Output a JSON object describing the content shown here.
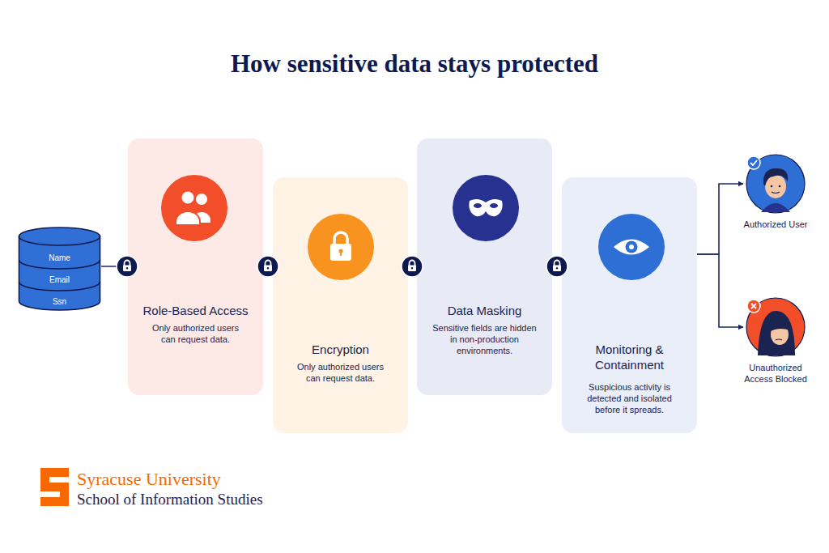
{
  "diagram": {
    "title": "How sensitive data stays protected",
    "nodes": [
      {
        "text": [
          "Name",
          "Email",
          "Ssn"
        ]
      },
      {
        "text": [
          "Role-Based Access",
          "Only authorized users can request data."
        ]
      },
      {
        "text": [
          "Encryption",
          "Only authorized users can request data."
        ]
      },
      {
        "text": [
          "Data Masking",
          "Sensitive fields are hidden in non-production environments."
        ]
      },
      {
        "text": [
          "Monitoring & Containment",
          "Suspicious activity is detected and isolated before it spreads."
        ]
      },
      {
        "text": [
          "Authorized User"
        ]
      },
      {
        "text": [
          "Unauthorized Access Blocked"
        ]
      }
    ],
    "edges": [
      {
        "from": 0,
        "to": 1,
        "arrow": "none"
      },
      {
        "from": 1,
        "to": 2,
        "arrow": "none"
      },
      {
        "from": 2,
        "to": 3,
        "arrow": "none"
      },
      {
        "from": 3,
        "to": 4,
        "arrow": "none"
      },
      {
        "from": 4,
        "to": 5,
        "arrow": "to"
      },
      {
        "from": 4,
        "to": 6,
        "arrow": "to"
      }
    ],
    "labels": [
      "Syracuse University",
      "School of Information Studies"
    ]
  }
}
